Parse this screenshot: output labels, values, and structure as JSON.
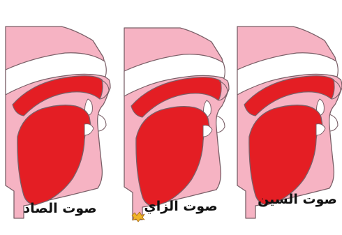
{
  "panels": [
    {
      "label": "صوت الصاد",
      "sound": "sad",
      "vocal_cords": "off"
    },
    {
      "label": "صوت الزاي",
      "sound": "zay",
      "vocal_cords": "vibrating"
    },
    {
      "label": "صوت السين",
      "sound": "seen",
      "vocal_cords": "off"
    }
  ],
  "colors": {
    "tissue_pink": "#f6b3c3",
    "tissue_outline": "#7a6068",
    "tongue_red": "#e41e24",
    "vibration_orange": "#f0b429"
  },
  "icons": {
    "vibration": "spark-icon"
  }
}
